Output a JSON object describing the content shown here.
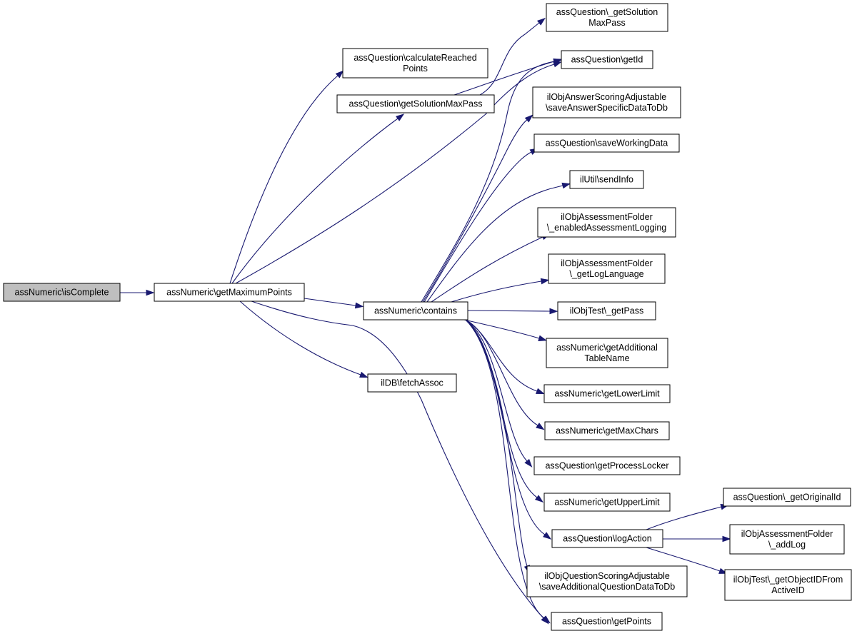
{
  "diagram": {
    "type": "call-graph",
    "colors": {
      "edge": "#191970",
      "root_fill": "#bfbfbf",
      "node_fill": "#ffffff",
      "node_border": "#000000"
    },
    "nodes": [
      {
        "id": "isComplete",
        "lines": [
          "assNumeric\\isComplete"
        ],
        "root": true
      },
      {
        "id": "getMaximumPoints",
        "lines": [
          "assNumeric\\getMaximumPoints"
        ]
      },
      {
        "id": "calculateReachedPoints",
        "lines": [
          "assQuestion\\calculateReached",
          "Points"
        ]
      },
      {
        "id": "getSolutionMaxPass",
        "lines": [
          "assQuestion\\getSolutionMaxPass"
        ]
      },
      {
        "id": "contains",
        "lines": [
          "assNumeric\\contains"
        ]
      },
      {
        "id": "fetchAssoc",
        "lines": [
          "ilDB\\fetchAssoc"
        ]
      },
      {
        "id": "_getSolutionMaxPass",
        "lines": [
          "assQuestion\\_getSolution",
          "MaxPass"
        ]
      },
      {
        "id": "getId",
        "lines": [
          "assQuestion\\getId"
        ]
      },
      {
        "id": "saveAnswerSpecificDataToDb",
        "lines": [
          "ilObjAnswerScoringAdjustable",
          "\\saveAnswerSpecificDataToDb"
        ]
      },
      {
        "id": "saveWorkingData",
        "lines": [
          "assQuestion\\saveWorkingData"
        ]
      },
      {
        "id": "sendInfo",
        "lines": [
          "ilUtil\\sendInfo"
        ]
      },
      {
        "id": "enabledAssessmentLogging",
        "lines": [
          "ilObjAssessmentFolder",
          "\\_enabledAssessmentLogging"
        ]
      },
      {
        "id": "getLogLanguage",
        "lines": [
          "ilObjAssessmentFolder",
          "\\_getLogLanguage"
        ]
      },
      {
        "id": "getPass",
        "lines": [
          "ilObjTest\\_getPass"
        ]
      },
      {
        "id": "getAdditionalTableName",
        "lines": [
          "assNumeric\\getAdditional",
          "TableName"
        ]
      },
      {
        "id": "getLowerLimit",
        "lines": [
          "assNumeric\\getLowerLimit"
        ]
      },
      {
        "id": "getMaxChars",
        "lines": [
          "assNumeric\\getMaxChars"
        ]
      },
      {
        "id": "getProcessLocker",
        "lines": [
          "assQuestion\\getProcessLocker"
        ]
      },
      {
        "id": "getUpperLimit",
        "lines": [
          "assNumeric\\getUpperLimit"
        ]
      },
      {
        "id": "logAction",
        "lines": [
          "assQuestion\\logAction"
        ]
      },
      {
        "id": "saveAdditionalQuestionDataToDb",
        "lines": [
          "ilObjQuestionScoringAdjustable",
          "\\saveAdditionalQuestionDataToDb"
        ]
      },
      {
        "id": "getPoints",
        "lines": [
          "assQuestion\\getPoints"
        ]
      },
      {
        "id": "getOriginalId",
        "lines": [
          "assQuestion\\_getOriginalId"
        ]
      },
      {
        "id": "addLog",
        "lines": [
          "ilObjAssessmentFolder",
          "\\_addLog"
        ]
      },
      {
        "id": "getObjectIDFromActiveID",
        "lines": [
          "ilObjTest\\_getObjectIDFrom",
          "ActiveID"
        ]
      }
    ],
    "edges": [
      [
        "isComplete",
        "getMaximumPoints"
      ],
      [
        "getMaximumPoints",
        "calculateReachedPoints"
      ],
      [
        "getMaximumPoints",
        "getSolutionMaxPass"
      ],
      [
        "getMaximumPoints",
        "getId"
      ],
      [
        "getMaximumPoints",
        "contains"
      ],
      [
        "getMaximumPoints",
        "fetchAssoc"
      ],
      [
        "getMaximumPoints",
        "getPoints"
      ],
      [
        "getSolutionMaxPass",
        "_getSolutionMaxPass"
      ],
      [
        "getSolutionMaxPass",
        "getId"
      ],
      [
        "contains",
        "getId"
      ],
      [
        "contains",
        "saveAnswerSpecificDataToDb"
      ],
      [
        "contains",
        "saveWorkingData"
      ],
      [
        "contains",
        "sendInfo"
      ],
      [
        "contains",
        "enabledAssessmentLogging"
      ],
      [
        "contains",
        "getLogLanguage"
      ],
      [
        "contains",
        "getPass"
      ],
      [
        "contains",
        "getAdditionalTableName"
      ],
      [
        "contains",
        "getLowerLimit"
      ],
      [
        "contains",
        "getMaxChars"
      ],
      [
        "contains",
        "getProcessLocker"
      ],
      [
        "contains",
        "getUpperLimit"
      ],
      [
        "contains",
        "logAction"
      ],
      [
        "contains",
        "saveAdditionalQuestionDataToDb"
      ],
      [
        "contains",
        "getPoints"
      ],
      [
        "logAction",
        "getOriginalId"
      ],
      [
        "logAction",
        "addLog"
      ],
      [
        "logAction",
        "getObjectIDFromActiveID"
      ]
    ]
  }
}
